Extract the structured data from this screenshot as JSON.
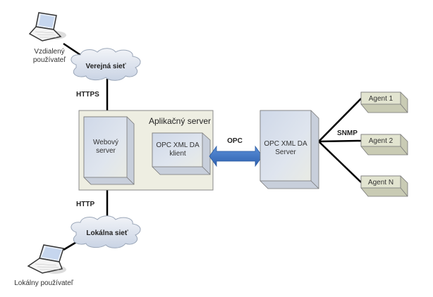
{
  "diagram": {
    "nodes": {
      "remote_user": {
        "label_line1": "Vzdialený",
        "label_line2": "používateľ",
        "icon": "laptop-icon"
      },
      "public_network": {
        "label": "Verejná sieť",
        "icon": "cloud-icon"
      },
      "app_server": {
        "label": "Aplikačný server"
      },
      "web_server": {
        "label_line1": "Webový",
        "label_line2": "server"
      },
      "opc_client": {
        "label_line1": "OPC XML DA",
        "label_line2": "klient"
      },
      "opc_server": {
        "label_line1": "OPC XML DA",
        "label_line2": "Server"
      },
      "agents": [
        {
          "label": "Agent 1"
        },
        {
          "label": "Agent 2"
        },
        {
          "label": "Agent N"
        }
      ],
      "local_network": {
        "label": "Lokálna sieť",
        "icon": "cloud-icon"
      },
      "local_user": {
        "label": "Lokálny používateľ",
        "icon": "laptop-icon"
      }
    },
    "edges": {
      "https": "HTTPS",
      "http": "HTTP",
      "opc": "OPC",
      "snmp": "SNMP"
    },
    "colors": {
      "box_front": "#d4dcea",
      "app_server_bg": "#eeeee2",
      "agent_front": "#e2e4d0",
      "arrow": "#3d73c4",
      "cloud": "#dde3ee"
    }
  }
}
